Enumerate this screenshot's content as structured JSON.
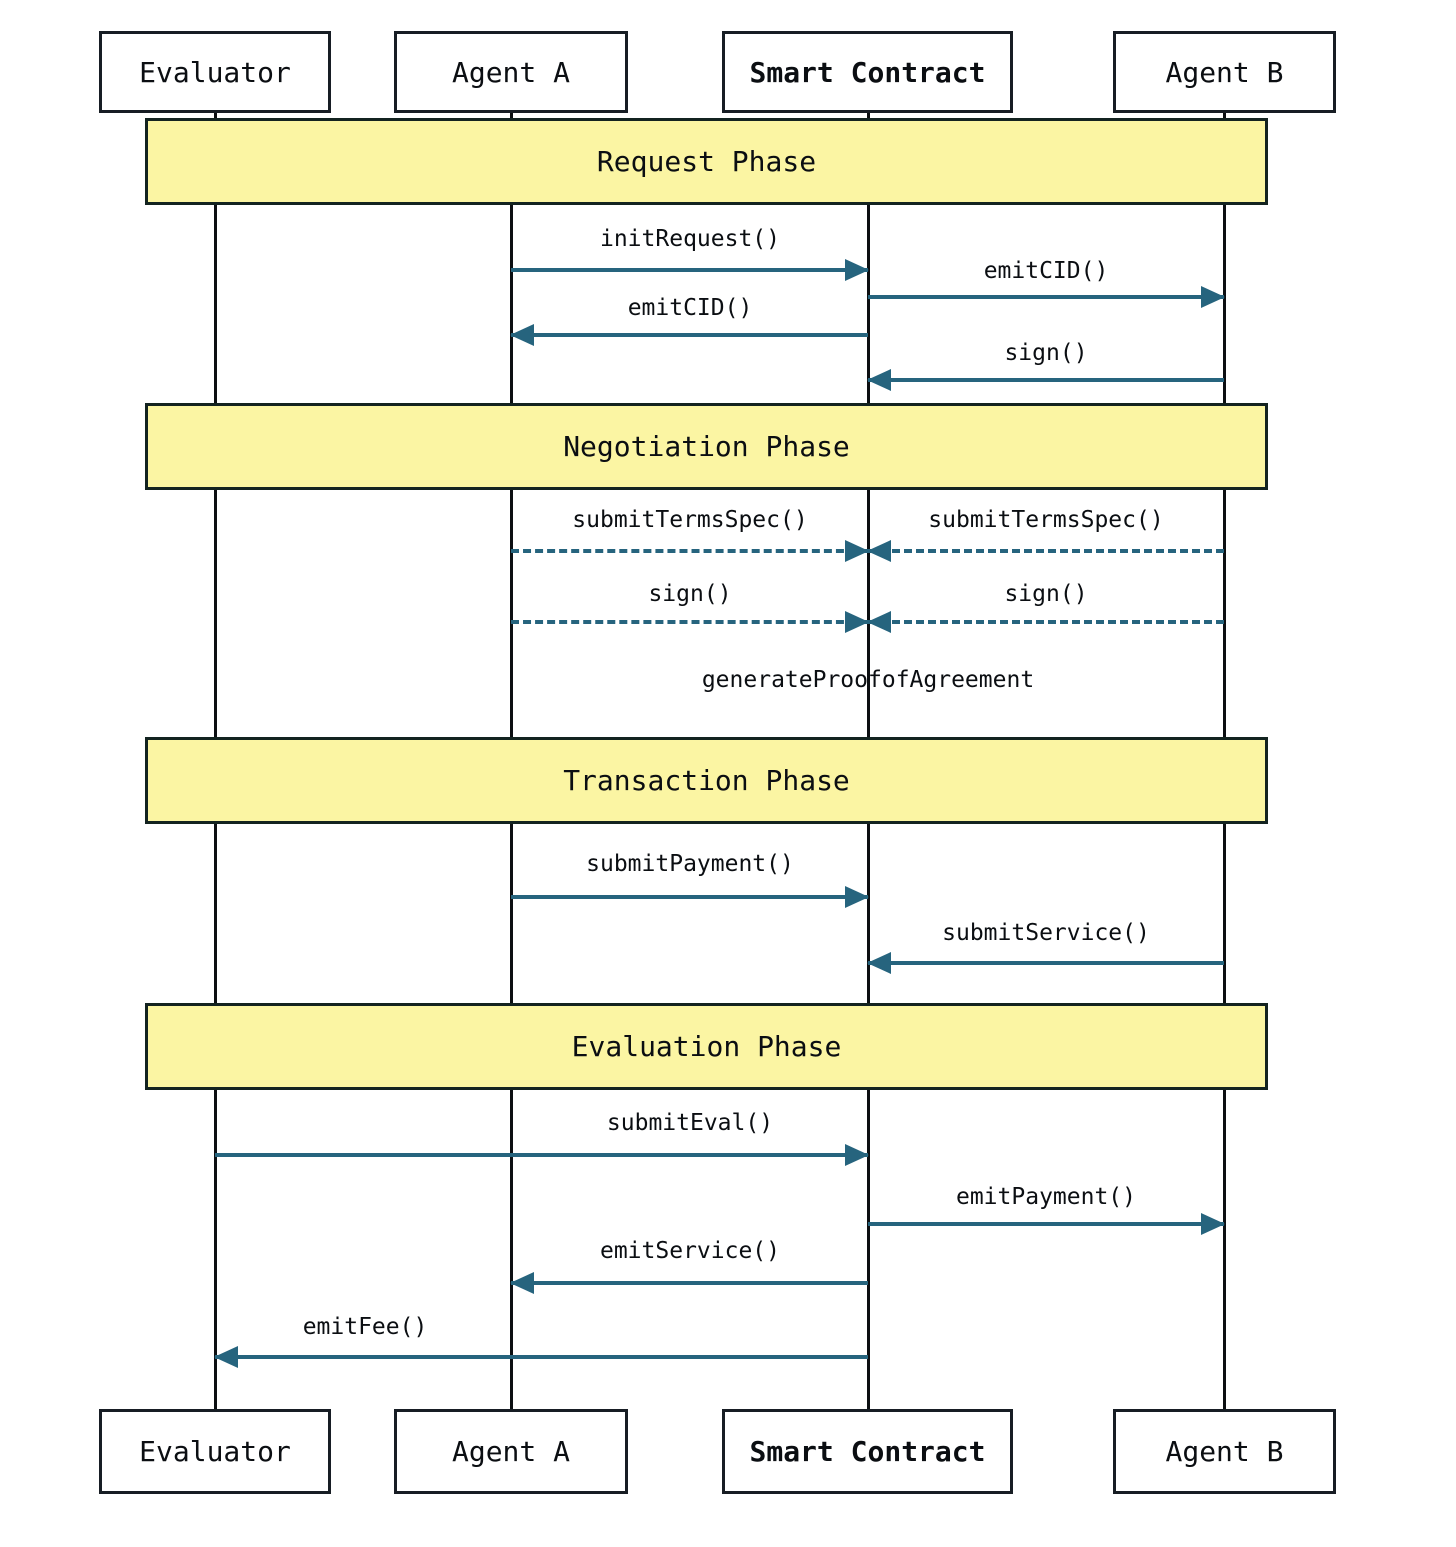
{
  "diagram": {
    "actors": [
      {
        "id": "evaluator",
        "label": "Evaluator",
        "bold": false
      },
      {
        "id": "agent-a",
        "label": "Agent A",
        "bold": false
      },
      {
        "id": "smart-contract",
        "label": "Smart Contract",
        "bold": true
      },
      {
        "id": "agent-b",
        "label": "Agent B",
        "bold": false
      }
    ],
    "phases": [
      {
        "id": "request",
        "label": "Request Phase"
      },
      {
        "id": "negotiation",
        "label": "Negotiation Phase"
      },
      {
        "id": "transaction",
        "label": "Transaction Phase"
      },
      {
        "id": "evaluation",
        "label": "Evaluation Phase"
      }
    ],
    "messages": [
      {
        "label": "initRequest()",
        "from": "Agent A",
        "to": "Smart Contract",
        "phase": "Request Phase",
        "style": "solid"
      },
      {
        "label": "emitCID()",
        "from": "Smart Contract",
        "to": "Agent B",
        "phase": "Request Phase",
        "style": "solid"
      },
      {
        "label": "emitCID()",
        "from": "Smart Contract",
        "to": "Agent A",
        "phase": "Request Phase",
        "style": "solid"
      },
      {
        "label": "sign()",
        "from": "Agent B",
        "to": "Smart Contract",
        "phase": "Request Phase",
        "style": "solid"
      },
      {
        "label": "submitTermsSpec()",
        "from": "Agent A",
        "to": "Smart Contract",
        "phase": "Negotiation Phase",
        "style": "dashed"
      },
      {
        "label": "submitTermsSpec()",
        "from": "Agent B",
        "to": "Smart Contract",
        "phase": "Negotiation Phase",
        "style": "dashed"
      },
      {
        "label": "sign()",
        "from": "Agent A",
        "to": "Smart Contract",
        "phase": "Negotiation Phase",
        "style": "dashed"
      },
      {
        "label": "sign()",
        "from": "Agent B",
        "to": "Smart Contract",
        "phase": "Negotiation Phase",
        "style": "dashed"
      },
      {
        "label": "submitPayment()",
        "from": "Agent A",
        "to": "Smart Contract",
        "phase": "Transaction Phase",
        "style": "solid"
      },
      {
        "label": "submitService()",
        "from": "Agent B",
        "to": "Smart Contract",
        "phase": "Transaction Phase",
        "style": "solid"
      },
      {
        "label": "submitEval()",
        "from": "Evaluator",
        "to": "Smart Contract",
        "phase": "Evaluation Phase",
        "style": "solid"
      },
      {
        "label": "emitPayment()",
        "from": "Smart Contract",
        "to": "Agent B",
        "phase": "Evaluation Phase",
        "style": "solid"
      },
      {
        "label": "emitService()",
        "from": "Smart Contract",
        "to": "Agent A",
        "phase": "Evaluation Phase",
        "style": "solid"
      },
      {
        "label": "emitFee()",
        "from": "Smart Contract",
        "to": "Evaluator",
        "phase": "Evaluation Phase",
        "style": "solid"
      }
    ],
    "self_action": {
      "label": "generateProofofAgreement",
      "actor": "Smart Contract",
      "phase": "Negotiation Phase"
    },
    "colors": {
      "arrow": "#26647e",
      "phase_fill": "#fbf5a3",
      "phase_border": "#132320",
      "box_border": "#171d24",
      "lifeline": "#0c0f12"
    }
  }
}
